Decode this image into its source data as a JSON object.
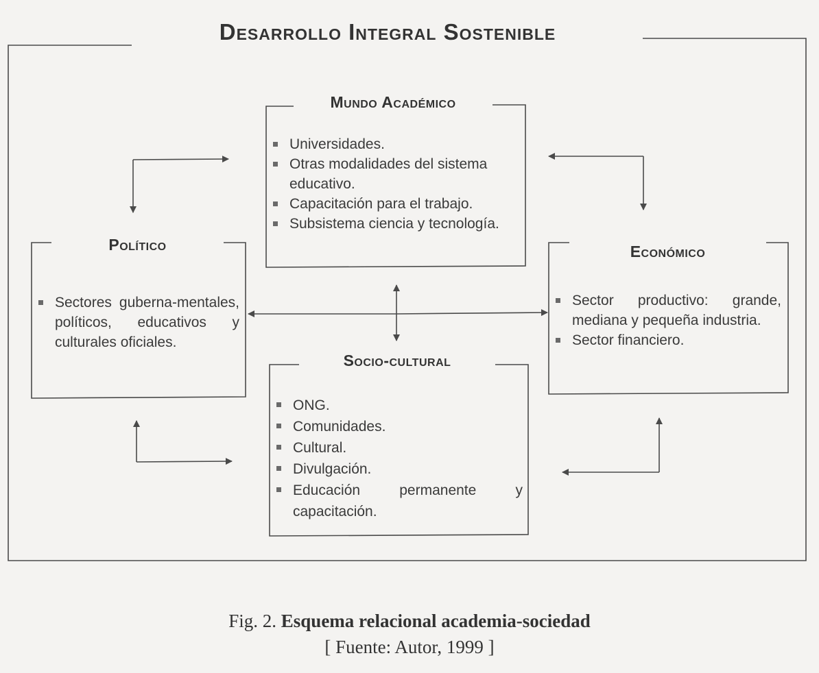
{
  "diagram": {
    "title": "Desarrollo Integral Sostenible",
    "academico": {
      "title": "Mundo Académico",
      "items": [
        "Universidades.",
        "Otras modalidades del sistema educativo.",
        "Capacitación para el trabajo.",
        "Subsistema ciencia y tecnología."
      ]
    },
    "politico": {
      "title": "Político",
      "items": [
        "Sectores guberna-mentales, políticos, educativos y culturales oficiales."
      ]
    },
    "economico": {
      "title": "Económico",
      "items": [
        "Sector productivo: grande, mediana y pequeña industria.",
        "Sector financiero."
      ]
    },
    "sociocultural": {
      "title": "Socio-cultural",
      "items": [
        "ONG.",
        "Comunidades.",
        "Cultural.",
        "Divulgación.",
        "Educación permanente y capacitación."
      ]
    }
  },
  "caption": {
    "prefix": "Fig. 2.",
    "title": "Esquema relacional academia-sociedad",
    "source": "[ Fuente: Autor, 1999 ]"
  },
  "colors": {
    "line": "#4a4a4a",
    "background": "#f4f3f1"
  }
}
